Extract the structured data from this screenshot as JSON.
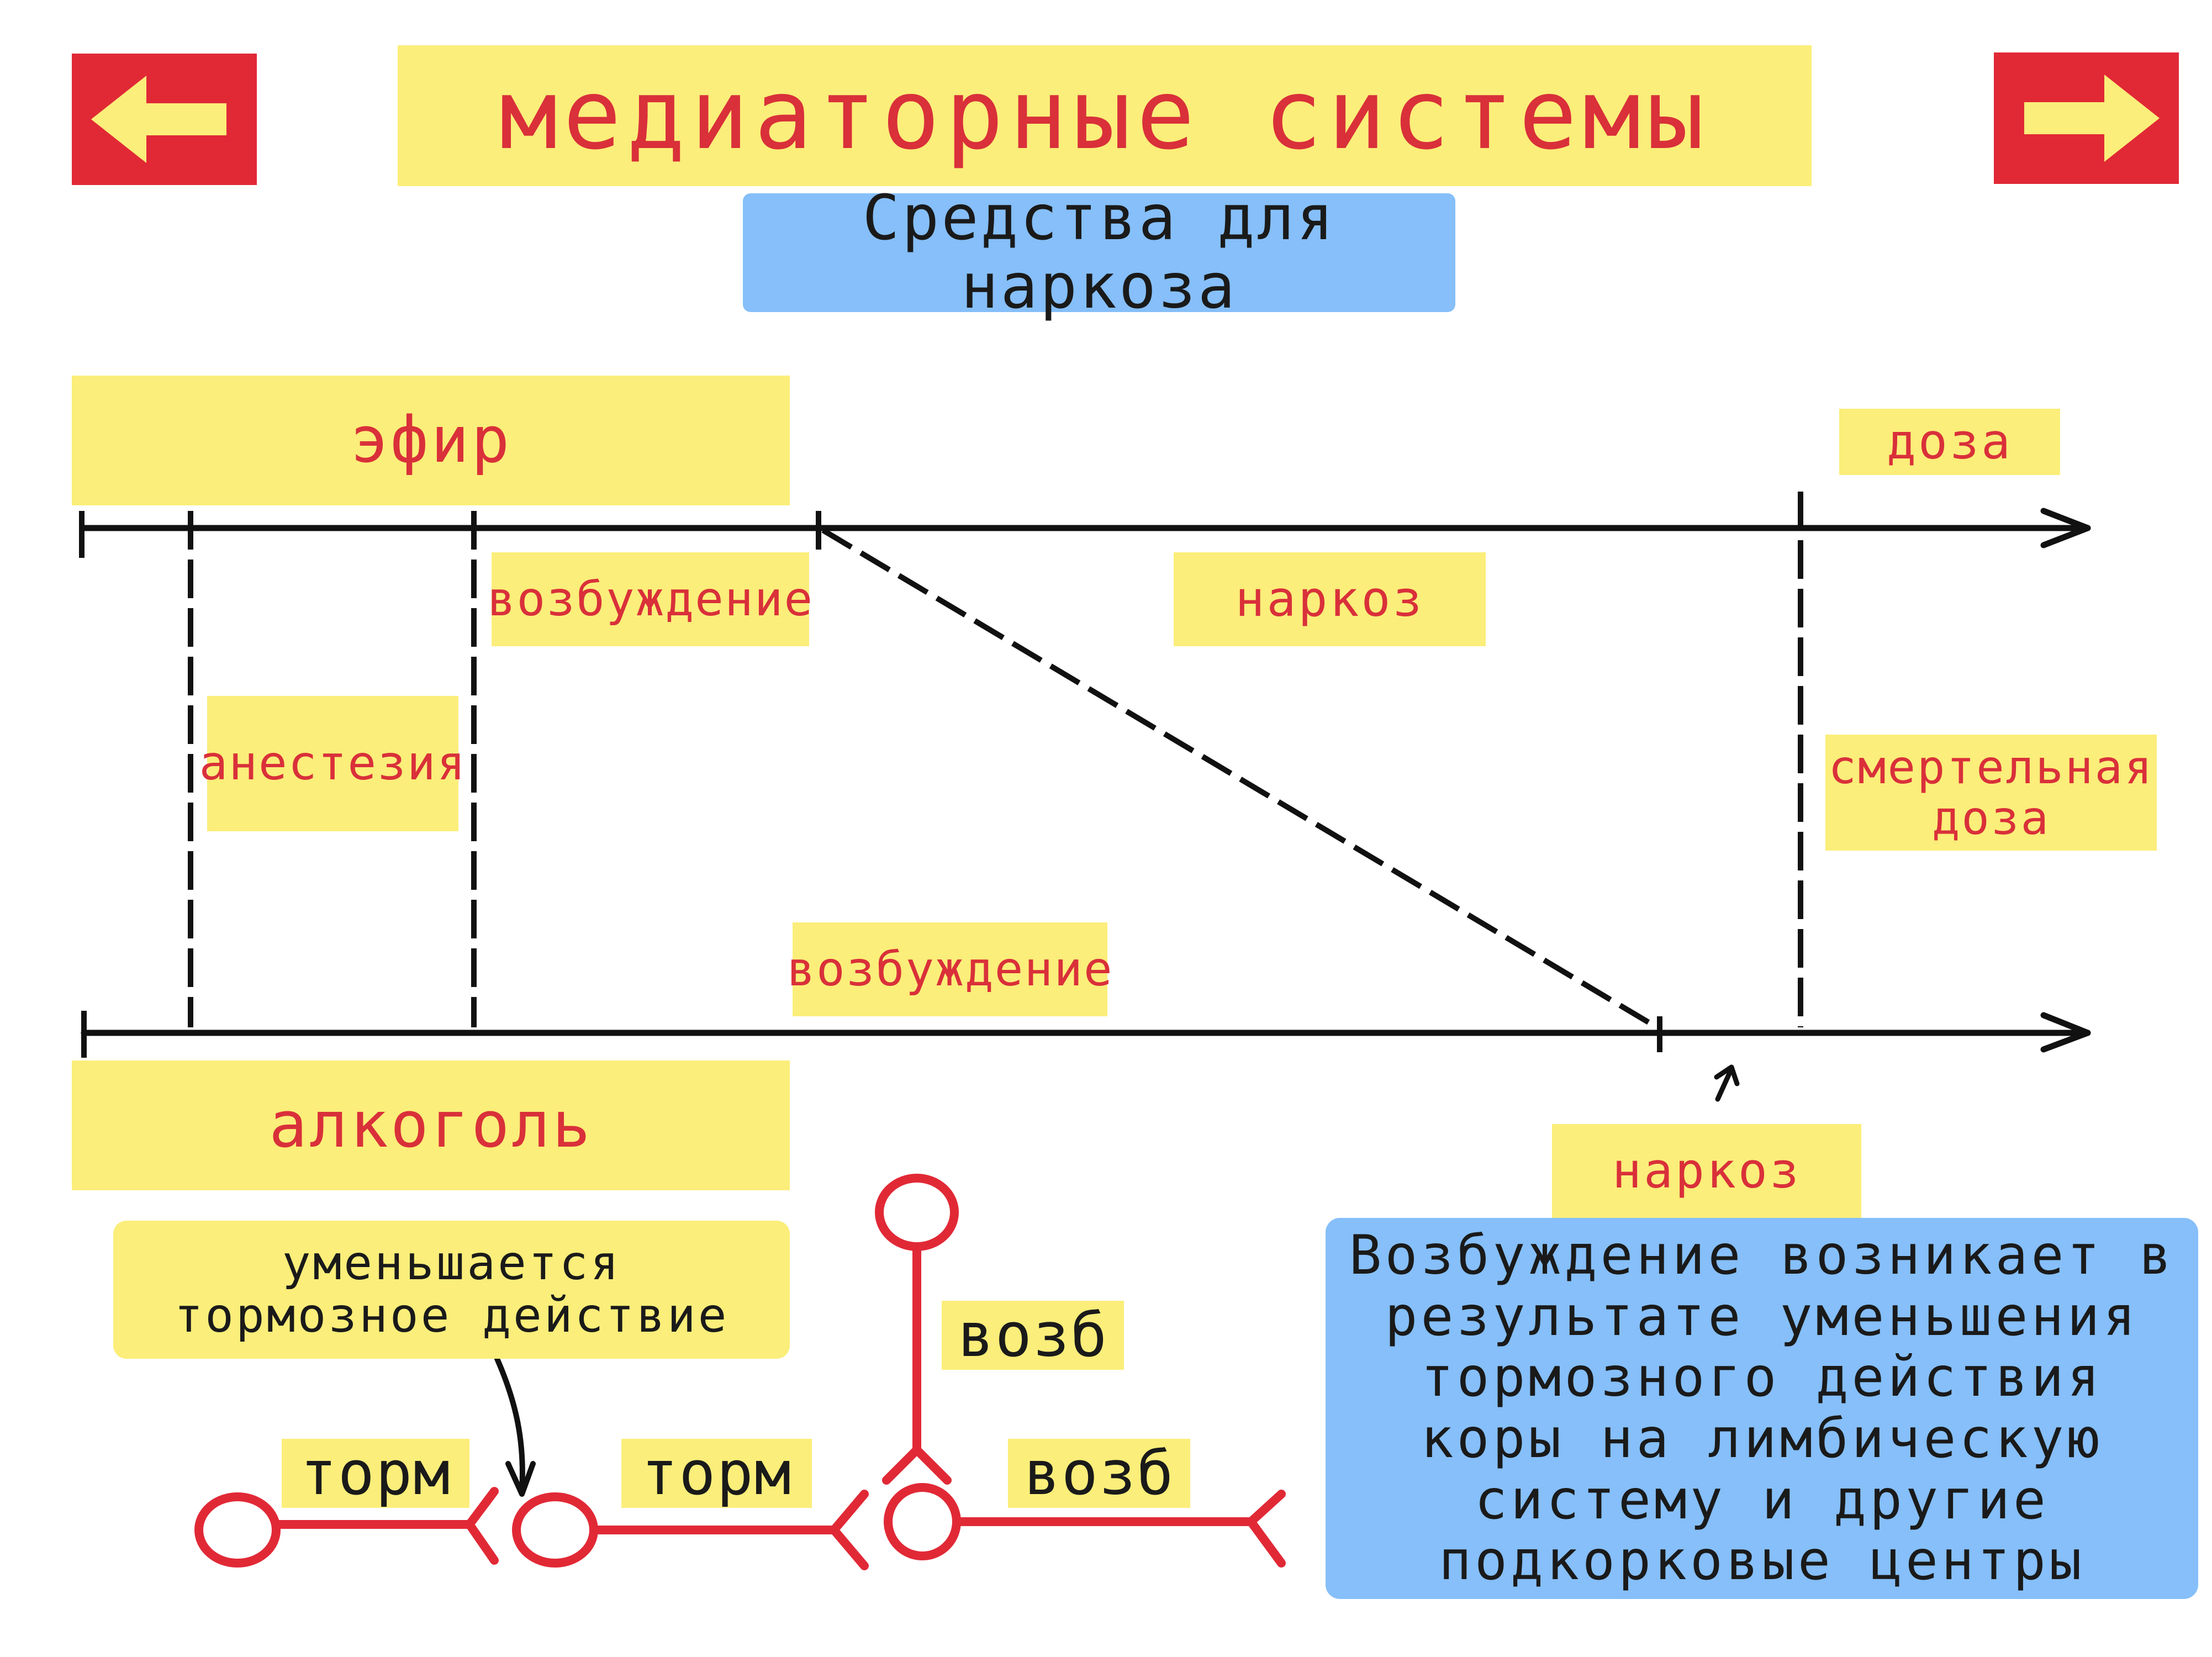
{
  "header": {
    "title": "медиаторные системы",
    "subtitle": "Средства для наркоза",
    "prev_icon": "arrow-left-icon",
    "next_icon": "arrow-right-icon"
  },
  "diagram": {
    "top_axis_label": "эфир",
    "top_axis_unit": "доза",
    "bottom_axis_label": "алкоголь",
    "top_stages": [
      "возбуждение",
      "наркоз"
    ],
    "anesthesia_label": "анестезия",
    "lethal_dose_label": "смертельная доза",
    "bottom_excitation_label": "возбуждение",
    "bottom_narcosis_label": "наркоз"
  },
  "notes": {
    "inhibition_note": "уменьшается тормозное действие",
    "explanation": "Возбуждение возникает в результате уменьшения тормозного действия коры на лимбическую систему и другие подкорковые центры"
  },
  "neurons": {
    "synapse_labels": [
      "торм",
      "торм",
      "возб",
      "возб"
    ]
  },
  "colors": {
    "yellow": "#fbee7a",
    "red": "#e12936",
    "blue": "#86bff9",
    "text_red": "#d9303a"
  }
}
